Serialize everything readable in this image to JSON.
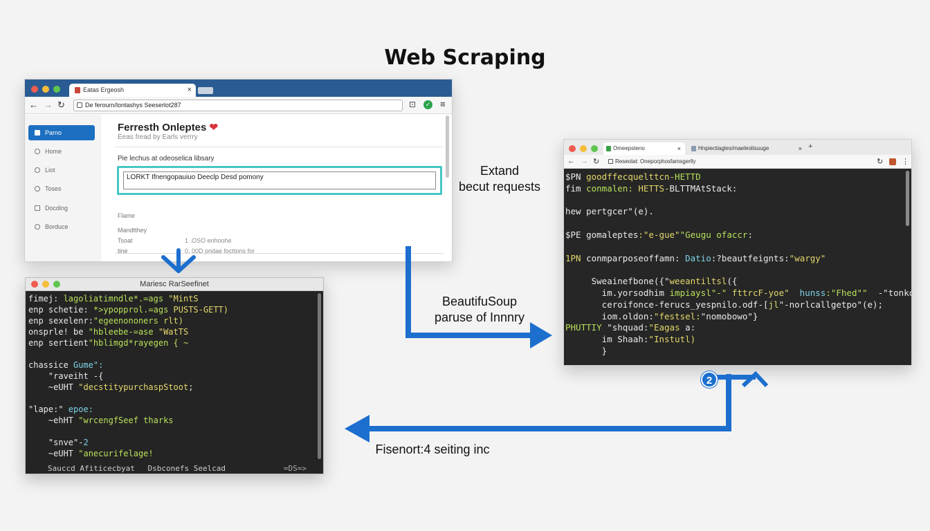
{
  "title": "Web Scraping",
  "browser1": {
    "tab_label": "Eatas Ergeosh",
    "url": "De ferourn/lontashys Seeserlot287",
    "sidebar": [
      "Parno",
      "Home",
      "Liot",
      "Toses",
      "Docding",
      "Borduce"
    ],
    "heading": "Ferresth Onleptes",
    "subheading": "Eeas fread by Earls verrry",
    "field_label": "Pie lechus at odeoselica libsary",
    "highlight_text": "LORKT Ifnengopauiuo Deeclp Desd pomony",
    "label_a": "Flame",
    "label_b": "Mandtthey",
    "row1_label": "Tsoat",
    "row1_value": "1 .OSO  enhoohe",
    "row2_label": "tine",
    "row2_value": "0. 00D  pndae focttons for"
  },
  "terminal": {
    "title": "Mariesc RarSeefinet",
    "lines": [
      [
        [
          "fimej: ",
          "white"
        ],
        [
          "lagoliatimndle*.=ags ",
          "green"
        ],
        [
          "\"MintS",
          "yellow"
        ]
      ],
      [
        [
          "enp schetie: ",
          "white"
        ],
        [
          "*>ypopprol.=ags ",
          "green"
        ],
        [
          "PUSTS-GETT)",
          "yellow"
        ]
      ],
      [
        [
          "enp sexelenr:",
          "white"
        ],
        [
          "\"egeenononers ",
          "green"
        ],
        [
          "rlt)",
          "yellow"
        ]
      ],
      [
        [
          "onsprle! be ",
          "white"
        ],
        [
          "\"hbleebe-=ase ",
          "green"
        ],
        [
          "\"WatTS",
          "yellow"
        ]
      ],
      [
        [
          "enp sertient",
          "white"
        ],
        [
          "\"hblimgd*rayegen { ~",
          "green"
        ]
      ],
      [
        [
          "",
          "white"
        ]
      ],
      [
        [
          "chassice ",
          "white"
        ],
        [
          "Gume\":",
          "cyan"
        ]
      ],
      [
        [
          "    \"raveiht -{",
          "white"
        ]
      ],
      [
        [
          "    ~eUHT ",
          "white"
        ],
        [
          "\"decstitypurchaspStoot",
          "yellow"
        ],
        [
          ";",
          "white"
        ]
      ],
      [
        [
          "",
          "white"
        ]
      ],
      [
        [
          "\"lape:\" ",
          "white"
        ],
        [
          "epoe:",
          "cyan"
        ]
      ],
      [
        [
          "    ~ehHT ",
          "white"
        ],
        [
          "\"wrcengfSeef tharks",
          "green"
        ]
      ],
      [
        [
          "",
          "white"
        ]
      ],
      [
        [
          "    \"snve\"-",
          "white"
        ],
        [
          "2",
          "cyan"
        ]
      ],
      [
        [
          "    ~eUHT ",
          "white"
        ],
        [
          "\"anecurifelage!",
          "green"
        ]
      ]
    ],
    "footer_left": "Sauccd Afiticecbyat",
    "footer_mid": "Dsbconefs Seelcad",
    "footer_right": "=DS=>"
  },
  "browser2": {
    "tab1_label": "Omeepsteno",
    "tab2_label": "Hnpiectiagtes/maeleolisuuge",
    "url": "Reseolat: Oneporphosfamsgerlly",
    "lines": [
      [
        [
          "$PN ",
          "white"
        ],
        [
          "goodffecquelttcn-",
          "yellow"
        ],
        [
          "HETTD",
          "green"
        ]
      ],
      [
        [
          "fim ",
          "white"
        ],
        [
          "conmalen:",
          "green"
        ],
        [
          " HETTS-",
          "yellow"
        ],
        [
          "BLTTMAtStack",
          "white"
        ],
        [
          ":",
          "white"
        ]
      ],
      [
        [
          "",
          "white"
        ]
      ],
      [
        [
          "hew pertgcer\"(e).",
          "white"
        ]
      ],
      [
        [
          "",
          "white"
        ]
      ],
      [
        [
          "$PE ",
          "white"
        ],
        [
          "gomaleptes",
          "white"
        ],
        [
          ":\"e-gue\"",
          "yellow"
        ],
        [
          "\"Geugu ofaccr",
          "green"
        ],
        [
          ":",
          "white"
        ]
      ],
      [
        [
          "",
          "white"
        ]
      ],
      [
        [
          "1PN ",
          "yellow"
        ],
        [
          "conmparposeoffamn: ",
          "white"
        ],
        [
          "Datio",
          "cyan"
        ],
        [
          ":?beautfeignts:",
          "white"
        ],
        [
          "\"wargy\"",
          "yellow"
        ]
      ],
      [
        [
          "",
          "white"
        ]
      ],
      [
        [
          "     Sweainefbone({\"",
          "white"
        ],
        [
          "weeantiltsl",
          "yellow"
        ],
        [
          "({",
          "white"
        ]
      ],
      [
        [
          "       im.yorsodhim ",
          "white"
        ],
        [
          "impiaysl\"-\"",
          "green"
        ],
        [
          " fttrcF-yoe\" ",
          "yellow"
        ],
        [
          " hunss",
          "cyan"
        ],
        [
          ":\"Fhed\"\" ",
          "green"
        ],
        [
          " -\"tonkoel",
          "white"
        ]
      ],
      [
        [
          "       ceroifonce-ferucs_yespnilo.odf-[",
          "white"
        ],
        [
          "jl",
          "yellow"
        ],
        [
          "\"-norlcallgetpo\"(e);",
          "white"
        ]
      ],
      [
        [
          "       iom.oldon:",
          "white"
        ],
        [
          "\"festsel:",
          "yellow"
        ],
        [
          "\"nomobowo\"}",
          "white"
        ]
      ],
      [
        [
          "PHUTTIY ",
          "green"
        ],
        [
          "\"shquad:",
          "white"
        ],
        [
          "\"Eagas ",
          "yellow"
        ],
        [
          "a:",
          "white"
        ]
      ],
      [
        [
          "       im Shaah:",
          "white"
        ],
        [
          "\"Instutl)",
          "yellow"
        ]
      ],
      [
        [
          "       }",
          "white"
        ]
      ]
    ]
  },
  "annotations": {
    "extand_line1": "Extand",
    "extand_line2": "becut requests",
    "bs_line1": "BeautifuSoup",
    "bs_line2": "paruse of Innnry",
    "bottom": "Fisenort:4 seiting inc"
  },
  "badge": "2",
  "colors": {
    "accent_blue": "#1c6fce",
    "highlight_teal": "#46c6c4",
    "code_green": "#b8e05a",
    "code_yellow": "#e4d86c",
    "code_cyan": "#7ed4e6"
  }
}
